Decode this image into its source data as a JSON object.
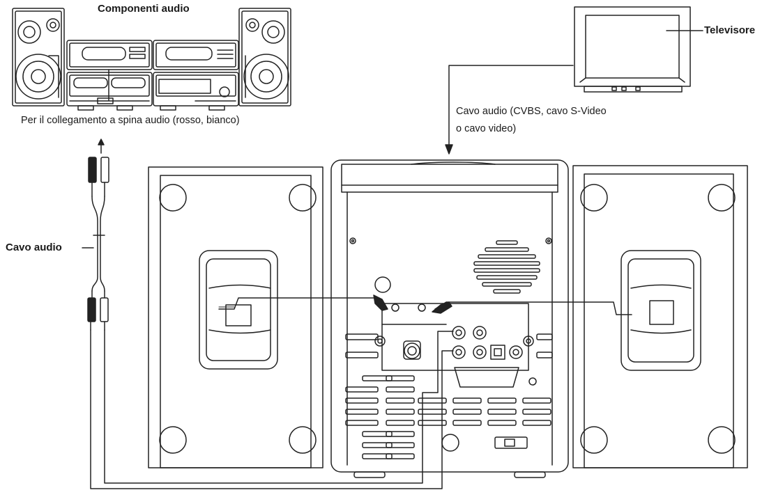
{
  "labels": {
    "audio_components": "Componenti audio",
    "audio_plug_connection": "Per il collegamento a spina audio (rosso, bianco)",
    "audio_cable": "Cavo audio",
    "tv": "Televisore",
    "video_cable_line1": "Cavo audio (CVBS, cavo S-Video",
    "video_cable_line2": "o cavo video)"
  }
}
